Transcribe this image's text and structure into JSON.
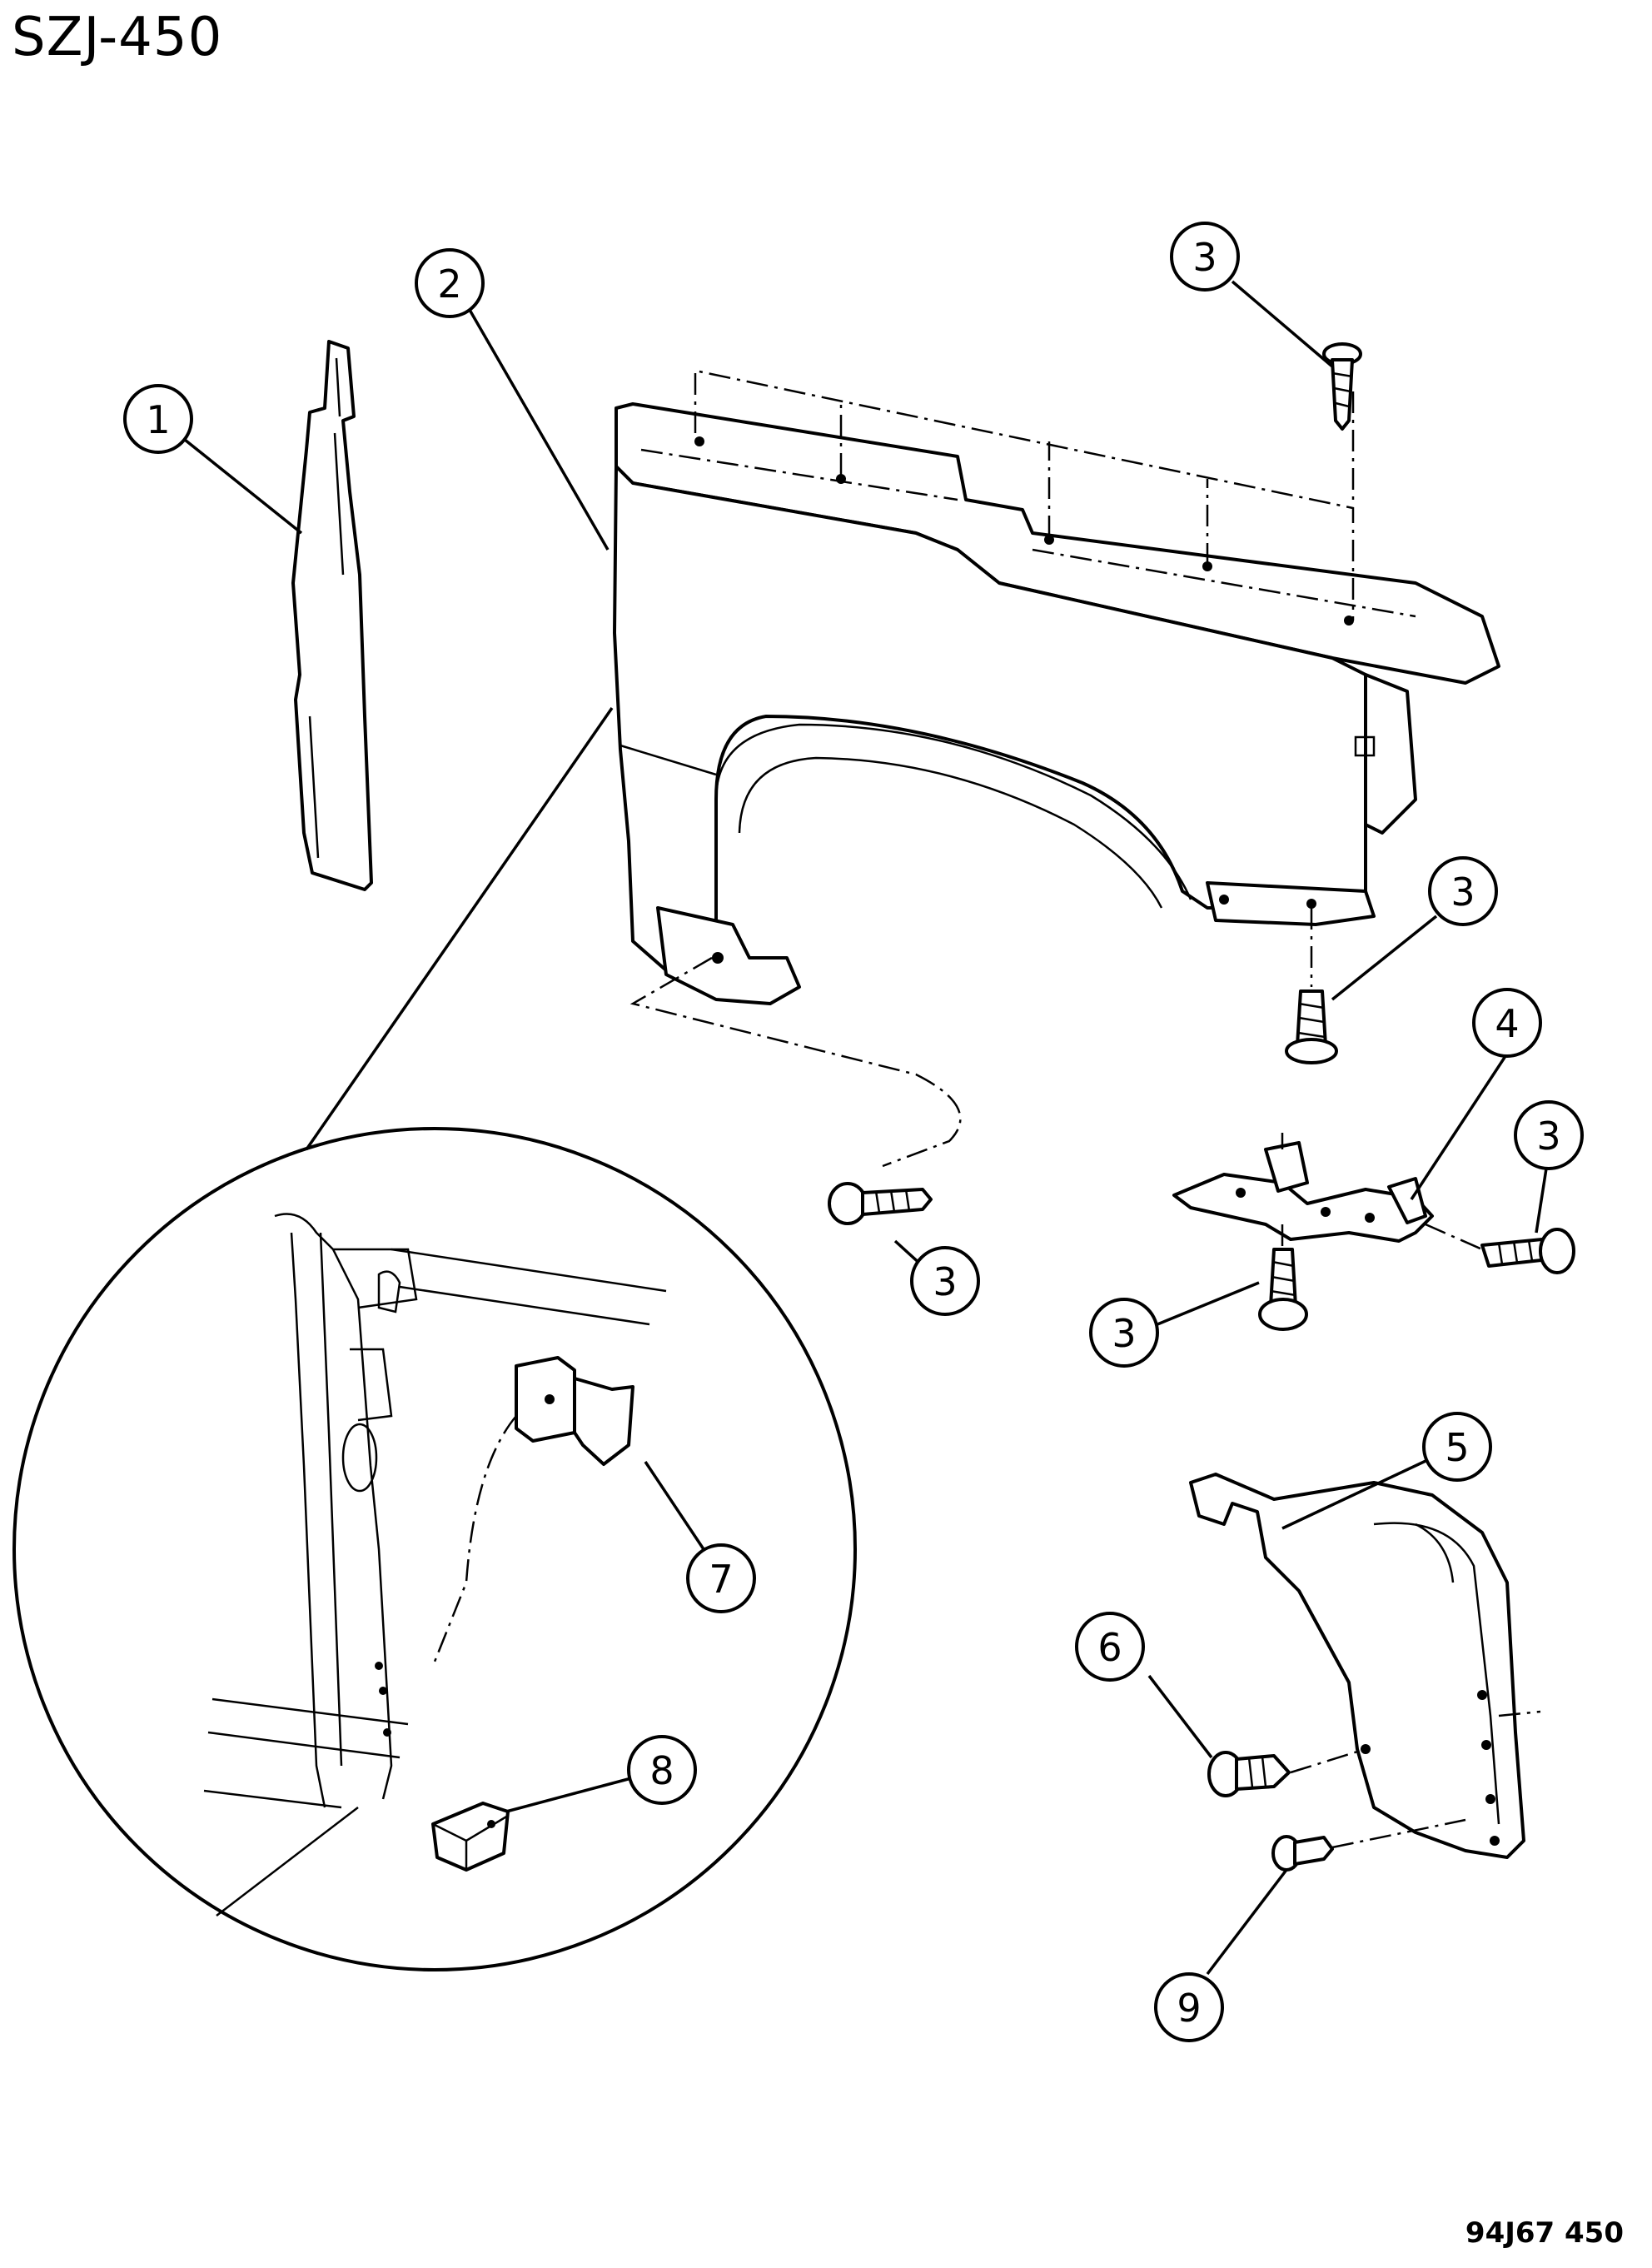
{
  "header": {
    "title": "SZJ-450"
  },
  "footer": {
    "code": "94J67  450"
  },
  "callouts": [
    {
      "id": "c1",
      "label": "1"
    },
    {
      "id": "c2",
      "label": "2"
    },
    {
      "id": "c3a",
      "label": "3"
    },
    {
      "id": "c3b",
      "label": "3"
    },
    {
      "id": "c3c",
      "label": "3"
    },
    {
      "id": "c3d",
      "label": "3"
    },
    {
      "id": "c3e",
      "label": "3"
    },
    {
      "id": "c4",
      "label": "4"
    },
    {
      "id": "c5",
      "label": "5"
    },
    {
      "id": "c6",
      "label": "6"
    },
    {
      "id": "c7",
      "label": "7"
    },
    {
      "id": "c8",
      "label": "8"
    },
    {
      "id": "c9",
      "label": "9"
    }
  ]
}
